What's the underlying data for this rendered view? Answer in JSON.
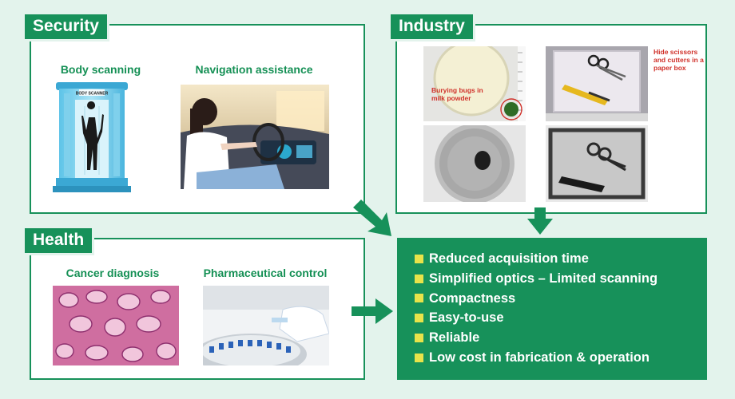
{
  "security": {
    "title": "Security",
    "items": [
      {
        "label": "Body scanning",
        "sign": "BODY SCANNER"
      },
      {
        "label": "Navigation assistance"
      }
    ]
  },
  "industry": {
    "title": "Industry",
    "notes": [
      "Burying bugs in milk powder",
      "Hide scissors and cutters in a paper box"
    ]
  },
  "health": {
    "title": "Health",
    "items": [
      {
        "label": "Cancer diagnosis"
      },
      {
        "label": "Pharmaceutical control"
      }
    ]
  },
  "benefits": [
    "Reduced acquisition time",
    "Simplified optics – Limited scanning",
    "Compactness",
    "Easy-to-use",
    "Reliable",
    "Low cost in fabrication & operation"
  ],
  "colors": {
    "accent": "#17915a",
    "background": "#e3f3ec",
    "bullet": "#e8e34a",
    "note": "#d0312a"
  }
}
